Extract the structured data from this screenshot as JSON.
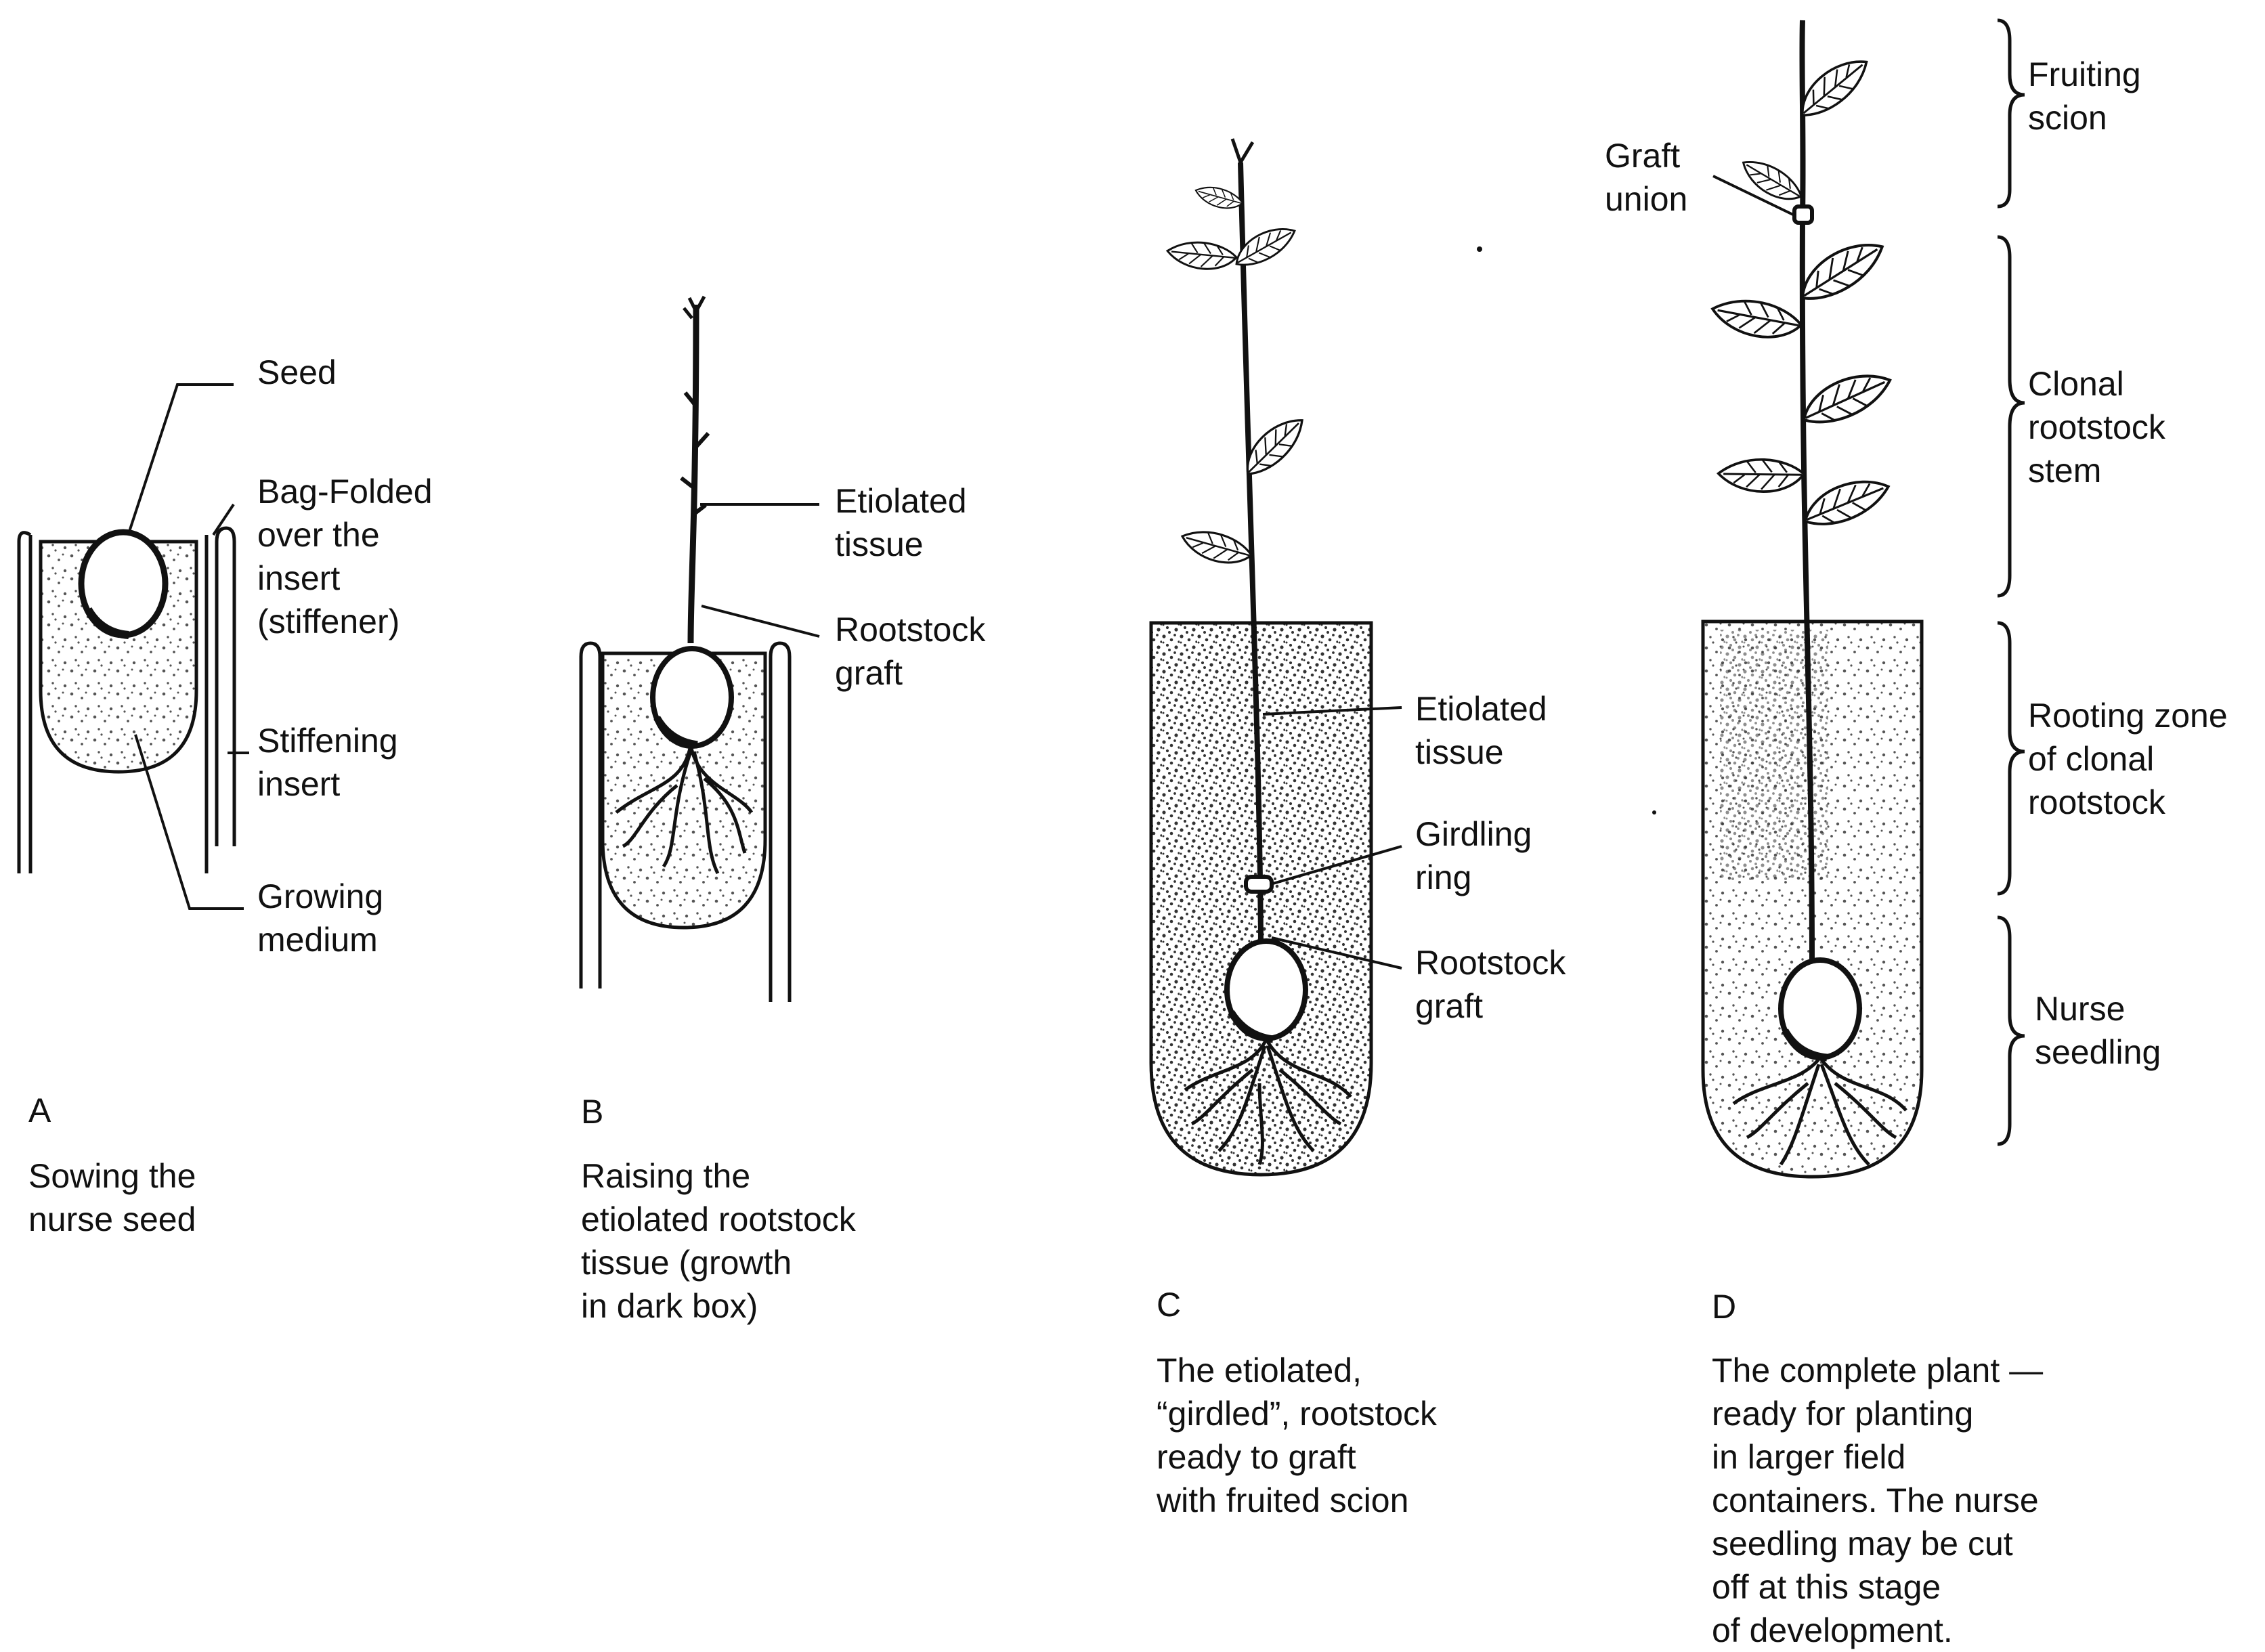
{
  "panels": {
    "a": {
      "letter": "A",
      "caption": "Sowing the\nnurse seed",
      "labels": {
        "seed": "Seed",
        "bag": "Bag-Folded\nover the\ninsert\n(stiffener)",
        "stiffening": "Stiffening\ninsert",
        "medium": "Growing\nmedium"
      }
    },
    "b": {
      "letter": "B",
      "caption": "Raising the\netiolated rootstock\ntissue (growth\nin dark box)",
      "labels": {
        "etiolated": "Etiolated\ntissue",
        "graft": "Rootstock\ngraft"
      }
    },
    "c": {
      "letter": "C",
      "caption": "The etiolated,\n“girdled”, rootstock\nready to graft\nwith fruited scion",
      "labels": {
        "etiolated": "Etiolated\ntissue",
        "girdling": "Girdling\nring",
        "graft": "Rootstock\ngraft"
      }
    },
    "d": {
      "letter": "D",
      "caption": "The complete plant —\nready for planting\nin larger field\ncontainers. The nurse\nseedling may be cut\noff at this stage\nof development.",
      "labels": {
        "graft_union": "Graft\nunion",
        "fruiting": "Fruiting\nscion",
        "clonal": "Clonal\nrootstock\nstem",
        "rooting": "Rooting zone\nof clonal\nrootstock",
        "nurse": "Nurse\nseedling"
      }
    }
  }
}
